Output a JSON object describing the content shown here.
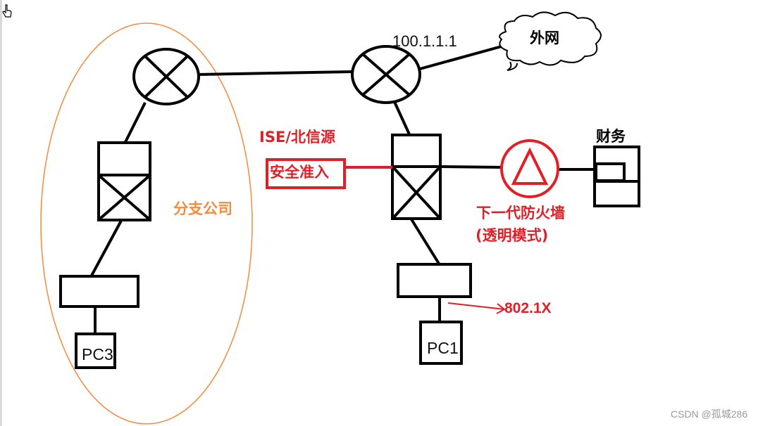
{
  "labels": {
    "ip_address": "100.1.1.1",
    "internet": "外网",
    "branch_office": "分支公司",
    "ise_vendor": "ISE/北信源",
    "network_access": "安全准入",
    "firewall_line1": "下一代防火墙",
    "firewall_line2": "(透明模式)",
    "auth_protocol": "802.1X",
    "finance": "财务",
    "pc_branch": "PC3",
    "pc_main": "PC1",
    "watermark": "CSDN @孤城286"
  },
  "colors": {
    "line": "#000000",
    "highlight_red": "#e21e26",
    "branch_orange": "#f58a3c"
  },
  "icons": {
    "router": "router-x-circle-icon",
    "switch": "switch-box-x-icon",
    "firewall": "triangle-in-circle-icon",
    "cloud": "cloud-icon",
    "cursor": "hand-pointer-icon"
  }
}
